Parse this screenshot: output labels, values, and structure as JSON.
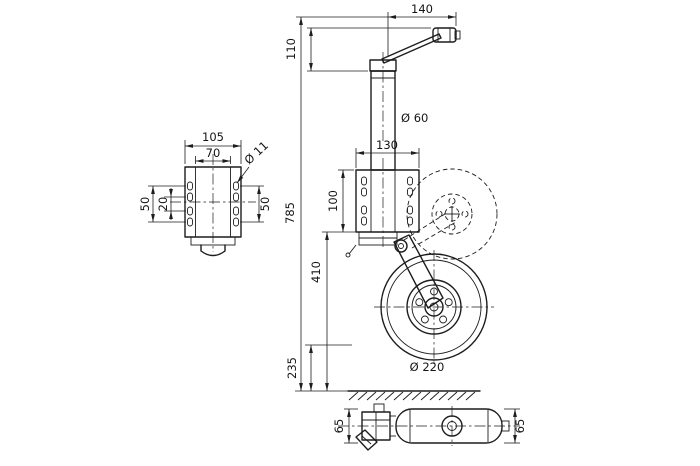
{
  "front_view": {
    "width_total": "105",
    "width_inner": "70",
    "hole_diameter": "Ø 11",
    "spacing_left_outer": "50",
    "spacing_left_inner": "20",
    "spacing_right": "50"
  },
  "side_view": {
    "crank_throw": "140",
    "crank_height": "110",
    "tube_diameter": "Ø 60",
    "plate_width": "130",
    "plate_height": "100",
    "total_height": "785",
    "swing_length": "410",
    "ground_offset": "235",
    "wheel_diameter": "Ø 220"
  },
  "folded_view": {
    "height_left": "65",
    "height_right": "65"
  },
  "colors": {
    "line": "#1d1d1d",
    "background": "#ffffff"
  }
}
